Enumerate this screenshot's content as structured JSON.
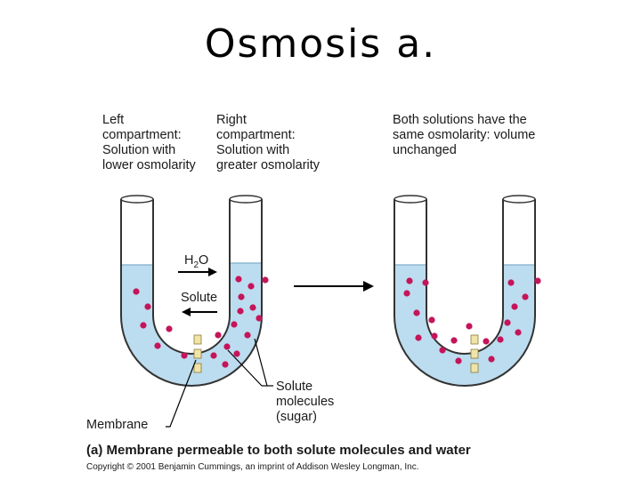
{
  "title": "Osmosis a.",
  "labels": {
    "left_compartment": "Left\ncompartment:\nSolution with\nlower osmolarity",
    "right_compartment": "Right\ncompartment:\nSolution with\ngreater osmolarity",
    "both_solutions": "Both solutions have the\nsame osmolarity: volume\nunchanged",
    "h2o_main": "H",
    "h2o_sub": "2",
    "h2o_tail": "O",
    "solute": "Solute",
    "solute_molecules": "Solute\nmolecules\n(sugar)",
    "membrane": "Membrane"
  },
  "caption": "(a)  Membrane permeable to both solute molecules and water",
  "copyright": "Copyright © 2001 Benjamin Cummings, an imprint of Addison Wesley Longman, Inc.",
  "colors": {
    "solution": "#bcdcef",
    "molecule": "#c4155a",
    "membrane": "#f1e4a8",
    "tube_outline": "#333333"
  }
}
